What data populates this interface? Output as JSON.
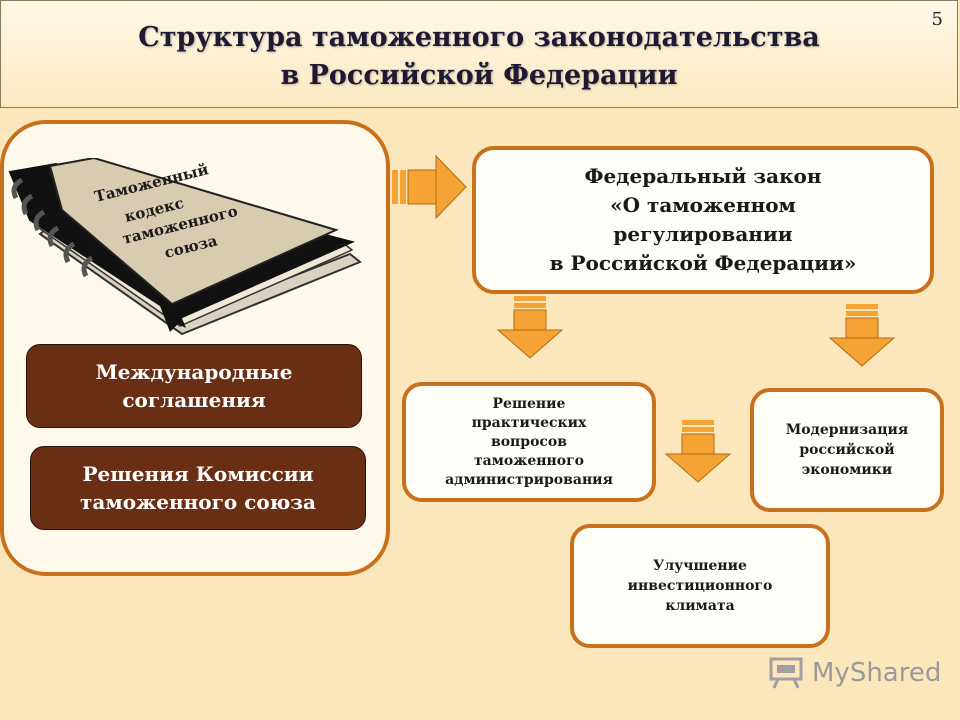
{
  "header": {
    "title": "Структура таможенного законодательства\nв Российской Федерации",
    "slide_number": "5"
  },
  "left_panel": {
    "book_label_lines": [
      "Таможенный",
      "кодекс",
      "таможенного",
      "союза"
    ],
    "box1": "Международные\nсоглашения",
    "box2": "Решения Комиссии\nтаможенного союза"
  },
  "federal_law": "Федеральный закон\n«О таможенном\nрегулировании\nв Российской Федерации»",
  "outcomes": {
    "practical": "Решение\nпрактических\nвопросов\nтаможенного\nадминистрирования",
    "modernization": "Модернизация\nроссийской\nэкономики",
    "investment": "Улучшение\nинвестиционного\nклимата"
  },
  "watermark": {
    "text": "MyShared",
    "icon": "presentation-board-icon"
  },
  "colors": {
    "background": "#fbe7bb",
    "accent_border": "#c8701b",
    "dark_box": "#6a2e14",
    "arrow": "#f4a334"
  }
}
